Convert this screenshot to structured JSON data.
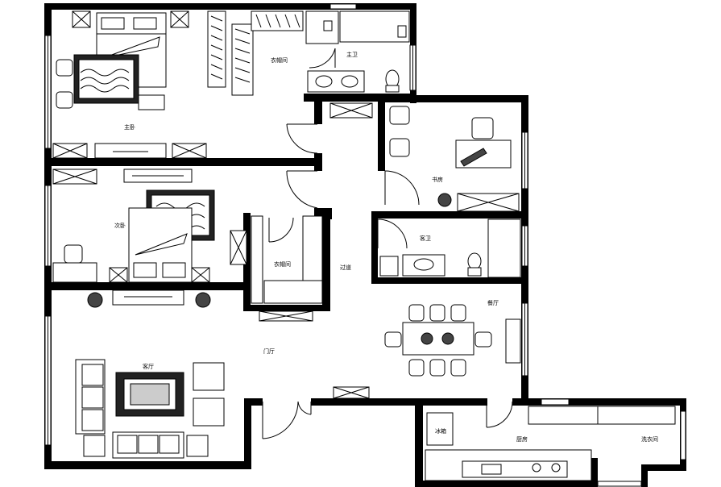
{
  "plan": {
    "background": "#ffffff",
    "wall_color": "#000000",
    "line_color": "#000000",
    "rooms": [
      {
        "id": "master-bedroom",
        "label": "主卧"
      },
      {
        "id": "walk-in-closet",
        "label": "衣帽间"
      },
      {
        "id": "master-bath",
        "label": "主卫"
      },
      {
        "id": "second-bedroom",
        "label": "次卧"
      },
      {
        "id": "study",
        "label": "书房"
      },
      {
        "id": "guest-bath",
        "label": "客卫"
      },
      {
        "id": "storage",
        "label": "衣帽间"
      },
      {
        "id": "corridor",
        "label": "过道"
      },
      {
        "id": "dining",
        "label": "餐厅"
      },
      {
        "id": "foyer",
        "label": "门厅"
      },
      {
        "id": "living",
        "label": "客厅"
      },
      {
        "id": "fridge",
        "label": "冰箱"
      },
      {
        "id": "kitchen",
        "label": "厨房"
      },
      {
        "id": "laundry",
        "label": "洗衣间"
      }
    ]
  }
}
